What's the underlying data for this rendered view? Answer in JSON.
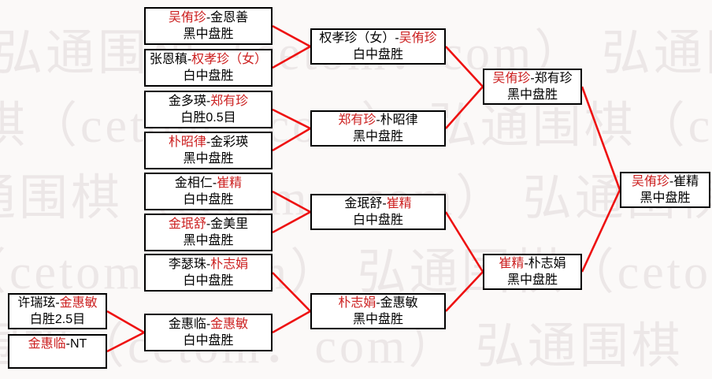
{
  "diagram": {
    "type": "tournament-bracket",
    "separator": "-",
    "watermark_text": "弘通围棋（cetom．com）",
    "colors": {
      "winner_red": "#cc2020",
      "line_red": "#ee1111",
      "box_border": "#000000",
      "box_fill": "#ffffff",
      "background": "#fbf9f8",
      "watermark": "#ece7e7"
    }
  },
  "matches": [
    {
      "id": "a1",
      "players": [
        {
          "name": "许瑞玹",
          "winner": false
        },
        {
          "name": "金惠敏",
          "winner": true
        }
      ],
      "result": "白胜2.5目"
    },
    {
      "id": "a2",
      "players": [
        {
          "name": "金惠临",
          "winner": true
        },
        {
          "name": "NT",
          "winner": false
        }
      ],
      "result": ""
    },
    {
      "id": "b1",
      "players": [
        {
          "name": "吴侑珍",
          "winner": true
        },
        {
          "name": "金恩善",
          "winner": false
        }
      ],
      "result": "黑中盘胜"
    },
    {
      "id": "b2",
      "players": [
        {
          "name": "张恩稹",
          "winner": false
        },
        {
          "name": "权孝珍（女）",
          "winner": true
        }
      ],
      "result": "白中盘胜"
    },
    {
      "id": "b3",
      "players": [
        {
          "name": "金多瑛",
          "winner": false
        },
        {
          "name": "郑有珍",
          "winner": true
        }
      ],
      "result": "白胜0.5目"
    },
    {
      "id": "b4",
      "players": [
        {
          "name": "朴昭律",
          "winner": true
        },
        {
          "name": "金彩瑛",
          "winner": false
        }
      ],
      "result": "黑中盘胜"
    },
    {
      "id": "b5",
      "players": [
        {
          "name": "金相仁",
          "winner": false
        },
        {
          "name": "崔精",
          "winner": true
        }
      ],
      "result": "白中盘胜"
    },
    {
      "id": "b6",
      "players": [
        {
          "name": "金珉舒",
          "winner": true
        },
        {
          "name": "金美里",
          "winner": false
        }
      ],
      "result": "黑中盘胜"
    },
    {
      "id": "b7",
      "players": [
        {
          "name": "李瑟珠",
          "winner": false
        },
        {
          "name": "朴志娟",
          "winner": true
        }
      ],
      "result": "白中盘胜"
    },
    {
      "id": "b8",
      "players": [
        {
          "name": "金惠临",
          "winner": false
        },
        {
          "name": "金惠敏",
          "winner": true
        }
      ],
      "result": "白中盘胜"
    },
    {
      "id": "r1",
      "players": [
        {
          "name": "权孝珍（女）",
          "winner": false
        },
        {
          "name": "吴侑珍",
          "winner": true
        }
      ],
      "result": "白中盘胜"
    },
    {
      "id": "r2",
      "players": [
        {
          "name": "郑有珍",
          "winner": true
        },
        {
          "name": "朴昭律",
          "winner": false
        }
      ],
      "result": "黑中盘胜"
    },
    {
      "id": "r3",
      "players": [
        {
          "name": "金珉舒",
          "winner": false
        },
        {
          "name": "崔精",
          "winner": true
        }
      ],
      "result": "白中盘胜"
    },
    {
      "id": "r4",
      "players": [
        {
          "name": "朴志娟",
          "winner": true
        },
        {
          "name": "金惠敏",
          "winner": false
        }
      ],
      "result": "黑中盘胜"
    },
    {
      "id": "s1",
      "players": [
        {
          "name": "吴侑珍",
          "winner": true
        },
        {
          "name": "郑有珍",
          "winner": false
        }
      ],
      "result": "黑中盘胜"
    },
    {
      "id": "s2",
      "players": [
        {
          "name": "崔精",
          "winner": true
        },
        {
          "name": "朴志娟",
          "winner": false
        }
      ],
      "result": "黑中盘胜"
    },
    {
      "id": "f1",
      "players": [
        {
          "name": "吴侑珍",
          "winner": true
        },
        {
          "name": "崔精",
          "winner": false
        }
      ],
      "result": "黑中盘胜"
    }
  ],
  "connections": [
    [
      "a1",
      "b8"
    ],
    [
      "a2",
      "b8"
    ],
    [
      "b1",
      "r1"
    ],
    [
      "b2",
      "r1"
    ],
    [
      "b3",
      "r2"
    ],
    [
      "b4",
      "r2"
    ],
    [
      "b5",
      "r3"
    ],
    [
      "b6",
      "r3"
    ],
    [
      "b7",
      "r4"
    ],
    [
      "b8",
      "r4"
    ],
    [
      "r1",
      "s1"
    ],
    [
      "r2",
      "s1"
    ],
    [
      "r3",
      "s2"
    ],
    [
      "r4",
      "s2"
    ],
    [
      "s1",
      "f1"
    ],
    [
      "s2",
      "f1"
    ]
  ]
}
